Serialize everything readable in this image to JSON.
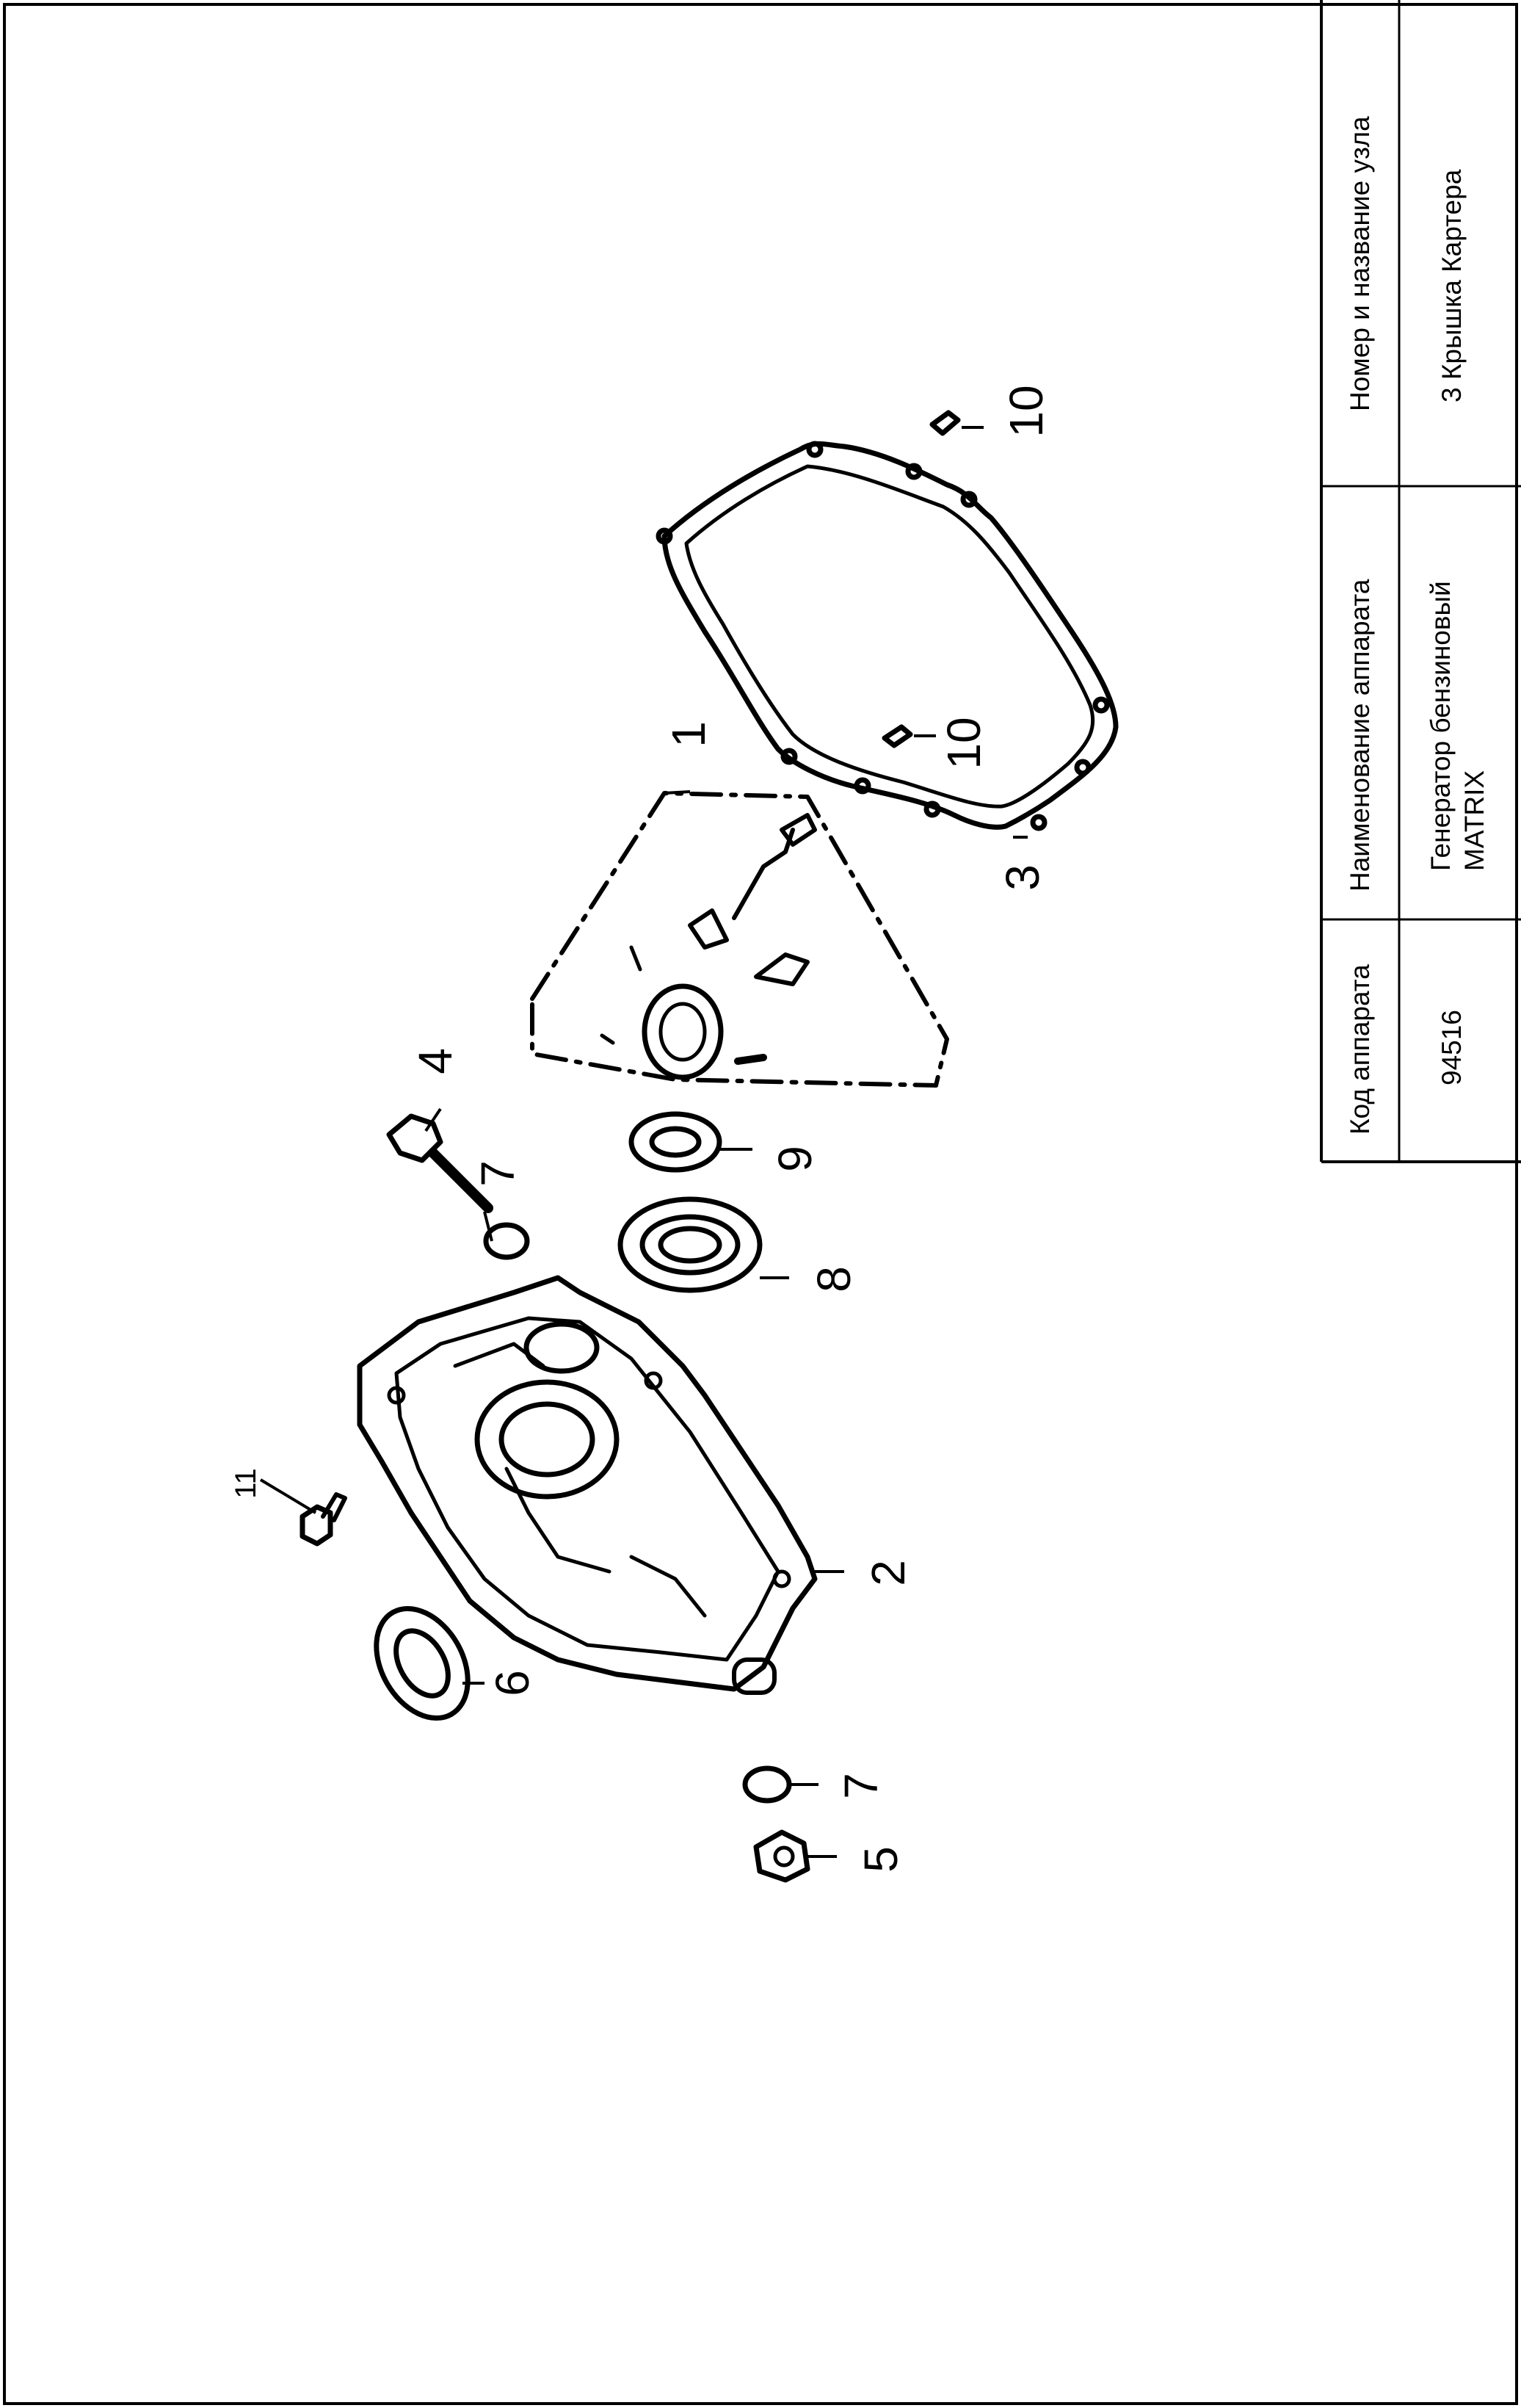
{
  "title_block": {
    "col_code": {
      "header": "Код аппарата",
      "value": "94516"
    },
    "col_device": {
      "header": "Наименование аппарата",
      "value_line1": "Генератор бензиновый",
      "value_line2": "MATRIX"
    },
    "col_node": {
      "header": "Номер и название узла",
      "value": "3 Крышка Картера"
    }
  },
  "callouts": {
    "c1": "1",
    "c2": "2",
    "c3": "3",
    "c4": "4",
    "c5": "5",
    "c6": "6",
    "c7a": "7",
    "c7b": "7",
    "c8": "8",
    "c9": "9",
    "c10a": "10",
    "c10b": "10",
    "c11": "11"
  }
}
